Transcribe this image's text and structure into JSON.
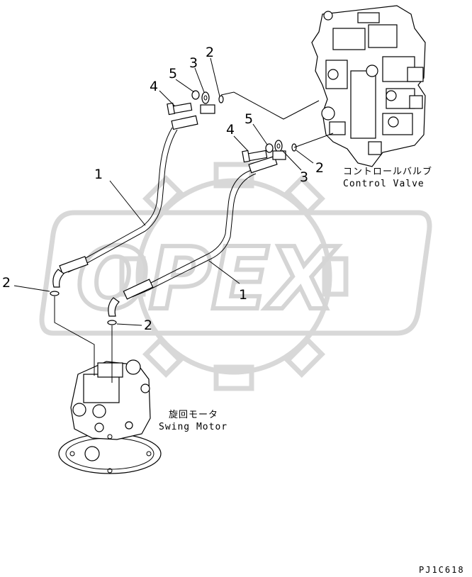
{
  "watermark": {
    "text": "OPEX"
  },
  "callouts": {
    "hose_left": "1",
    "hose_right": "1",
    "oring_top_left": "2",
    "oring_top_right": "2",
    "oring_mid_left": "2",
    "oring_mid_right": "2",
    "washer_left": "3",
    "washer_right": "3",
    "bolt_left": "4",
    "bolt_right": "4",
    "spacer_left": "5",
    "spacer_right": "5"
  },
  "labels": {
    "control_valve_jp": "コントロールバルブ",
    "control_valve_en": "Control Valve",
    "swing_motor_jp": "旋回モータ",
    "swing_motor_en": "Swing Motor"
  },
  "drawing_code": "PJ1C618"
}
